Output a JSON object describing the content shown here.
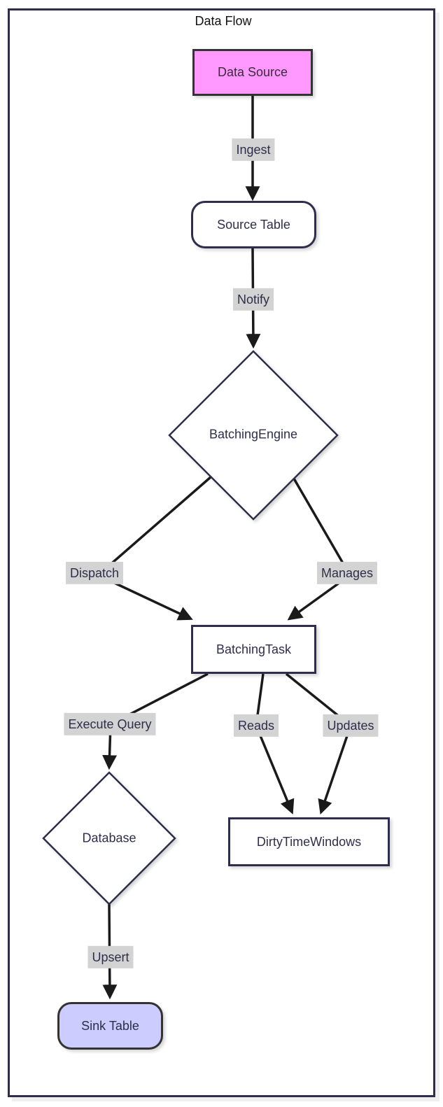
{
  "diagram": {
    "title": "Data Flow",
    "type": "flowchart",
    "nodes": [
      {
        "id": "data_source",
        "label": "Data Source",
        "shape": "rectangle",
        "fill": "#ff99ff",
        "stroke": "#333333"
      },
      {
        "id": "source_table",
        "label": "Source Table",
        "shape": "rounded",
        "fill": "#ffffff",
        "stroke": "#2e2e4c"
      },
      {
        "id": "batching_engine",
        "label": "BatchingEngine",
        "shape": "diamond",
        "fill": "#ffffff",
        "stroke": "#2e2e4c"
      },
      {
        "id": "batching_task",
        "label": "BatchingTask",
        "shape": "rectangle",
        "fill": "#ffffff",
        "stroke": "#2e2e4c"
      },
      {
        "id": "database",
        "label": "Database",
        "shape": "diamond",
        "fill": "#ffffff",
        "stroke": "#2e2e4c"
      },
      {
        "id": "dirty_time_windows",
        "label": "DirtyTimeWindows",
        "shape": "rectangle",
        "fill": "#ffffff",
        "stroke": "#2e2e4c"
      },
      {
        "id": "sink_table",
        "label": "Sink Table",
        "shape": "rounded",
        "fill": "#ccccff",
        "stroke": "#333333"
      }
    ],
    "edges": [
      {
        "label": "Ingest",
        "from": "data_source",
        "to": "source_table"
      },
      {
        "label": "Notify",
        "from": "source_table",
        "to": "batching_engine"
      },
      {
        "label": "Dispatch",
        "from": "batching_engine",
        "to": "batching_task"
      },
      {
        "label": "Manages",
        "from": "batching_engine",
        "to": "batching_task"
      },
      {
        "label": "Execute Query",
        "from": "batching_task",
        "to": "database"
      },
      {
        "label": "Reads",
        "from": "batching_task",
        "to": "dirty_time_windows"
      },
      {
        "label": "Updates",
        "from": "batching_task",
        "to": "dirty_time_windows"
      },
      {
        "label": "Upsert",
        "from": "database",
        "to": "sink_table"
      }
    ],
    "colors": {
      "edge_line": "#1a1a1a",
      "edge_label_bg": "#d3d3d3",
      "edge_label_text": "#2e2e4c",
      "node_text": "#2e2e4c",
      "frame_border": "#2e2e4c",
      "title_text": "#111111"
    }
  }
}
